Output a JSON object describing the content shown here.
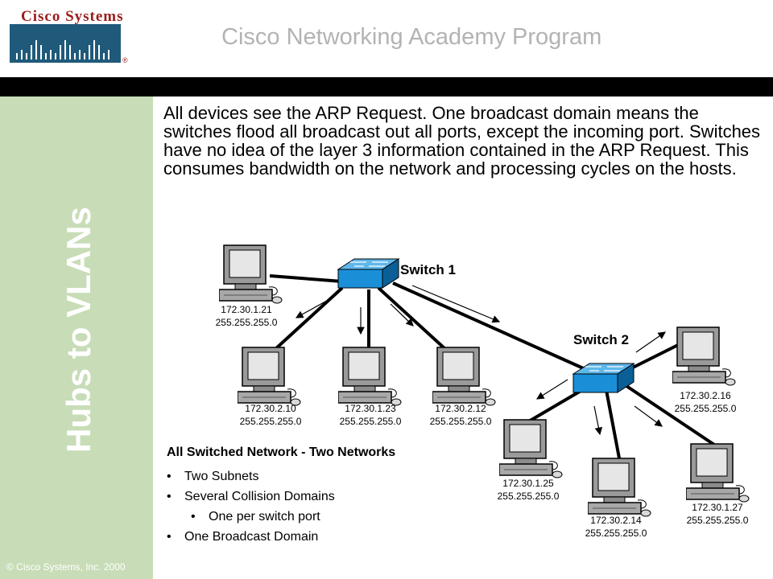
{
  "header": {
    "logo_text": "Cisco Systems",
    "title": "Cisco Networking Academy Program"
  },
  "sidebar": {
    "title": "Hubs to VLANs",
    "copyright": "© Cisco Systems, Inc. 2000"
  },
  "body_text": "All devices see the ARP Request. One broadcast domain means the switches flood all broadcast out all ports, except the incoming port.  Switches have no idea of the layer 3 information contained in the ARP Request. This consumes bandwidth on the network and processing cycles on the hosts.",
  "diagram": {
    "switches": [
      {
        "label": "Switch 1"
      },
      {
        "label": "Switch 2"
      }
    ],
    "hosts": [
      {
        "ip": "172.30.1.21",
        "mask": "255.255.255.0"
      },
      {
        "ip": "172.30.2.10",
        "mask": "255.255.255.0"
      },
      {
        "ip": "172.30.1.23",
        "mask": "255.255.255.0"
      },
      {
        "ip": "172.30.2.12",
        "mask": "255.255.255.0"
      },
      {
        "ip": "172.30.2.16",
        "mask": "255.255.255.0"
      },
      {
        "ip": "172.30.1.25",
        "mask": "255.255.255.0"
      },
      {
        "ip": "172.30.2.14",
        "mask": "255.255.255.0"
      },
      {
        "ip": "172.30.1.27",
        "mask": "255.255.255.0"
      }
    ]
  },
  "legend": {
    "title": "All Switched Network - Two Networks",
    "items": [
      {
        "text": "Two Subnets",
        "level": 0
      },
      {
        "text": "Several Collision Domains",
        "level": 0
      },
      {
        "text": "One per switch port",
        "level": 1
      },
      {
        "text": "One Broadcast Domain",
        "level": 0
      }
    ],
    "bullet": "•"
  },
  "colors": {
    "side_band": "#c8ddb7",
    "header_title": "#b3b3b3",
    "switch_blue": "#1a8fd8",
    "logo_red": "#9b1c1c"
  }
}
